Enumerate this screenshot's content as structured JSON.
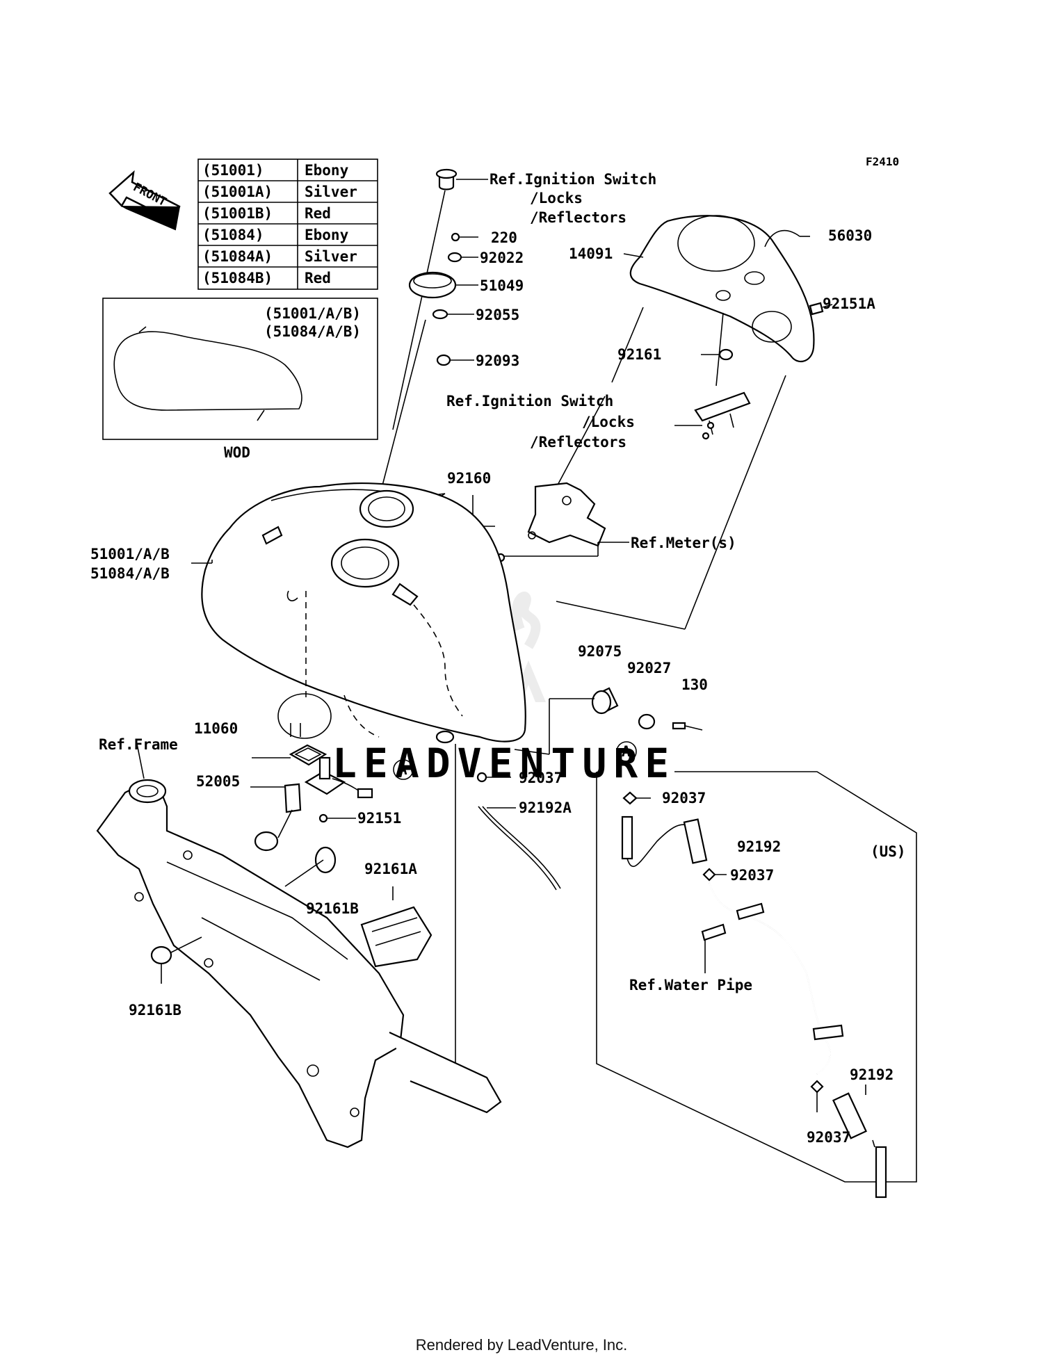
{
  "figure_code": "F2410",
  "front_label": "FRONT",
  "color_table": {
    "rows": [
      {
        "part": "(51001)",
        "color": "Ebony"
      },
      {
        "part": "(51001A)",
        "color": "Silver"
      },
      {
        "part": "(51001B)",
        "color": "Red"
      },
      {
        "part": "(51084)",
        "color": "Ebony"
      },
      {
        "part": "(51084A)",
        "color": "Silver"
      },
      {
        "part": "(51084B)",
        "color": "Red"
      }
    ]
  },
  "wod_box": {
    "line1": "(51001/A/B)",
    "line2": "(51084/A/B)",
    "caption": "WOD"
  },
  "refs": {
    "ignition_top": [
      "Ref.Ignition Switch",
      "/Locks",
      "/Reflectors"
    ],
    "ignition_mid": [
      "Ref.Ignition Switch",
      "/Locks",
      "/Reflectors"
    ],
    "meter": "Ref.Meter(s)",
    "frame": "Ref.Frame",
    "water_pipe": "Ref.Water Pipe"
  },
  "part_numbers": {
    "p220": "220",
    "p92022": "92022",
    "p51049": "51049",
    "p92055": "92055",
    "p92093": "92093",
    "p14091": "14091",
    "p56030": "56030",
    "p92151A": "92151A",
    "p92161": "92161",
    "p92160": "92160",
    "tank_a": "51001/A/B",
    "tank_b": "51084/A/B",
    "p92075": "92075",
    "p92027": "92027",
    "p130": "130",
    "p11060": "11060",
    "p52005": "52005",
    "p92151": "92151",
    "p92037_a": "92037",
    "p92192A": "92192A",
    "p92161A": "92161A",
    "p92161B_a": "92161B",
    "p92161B_b": "92161B",
    "p92037_b": "92037",
    "p92192_a": "92192",
    "p92037_c": "92037",
    "p92192_b": "92192",
    "p92037_d": "92037"
  },
  "markers": {
    "a1": "A",
    "a2": "A"
  },
  "us_label": "(US)",
  "watermark": "LEADVENTURE",
  "footer": "Rendered by LeadVenture, Inc."
}
